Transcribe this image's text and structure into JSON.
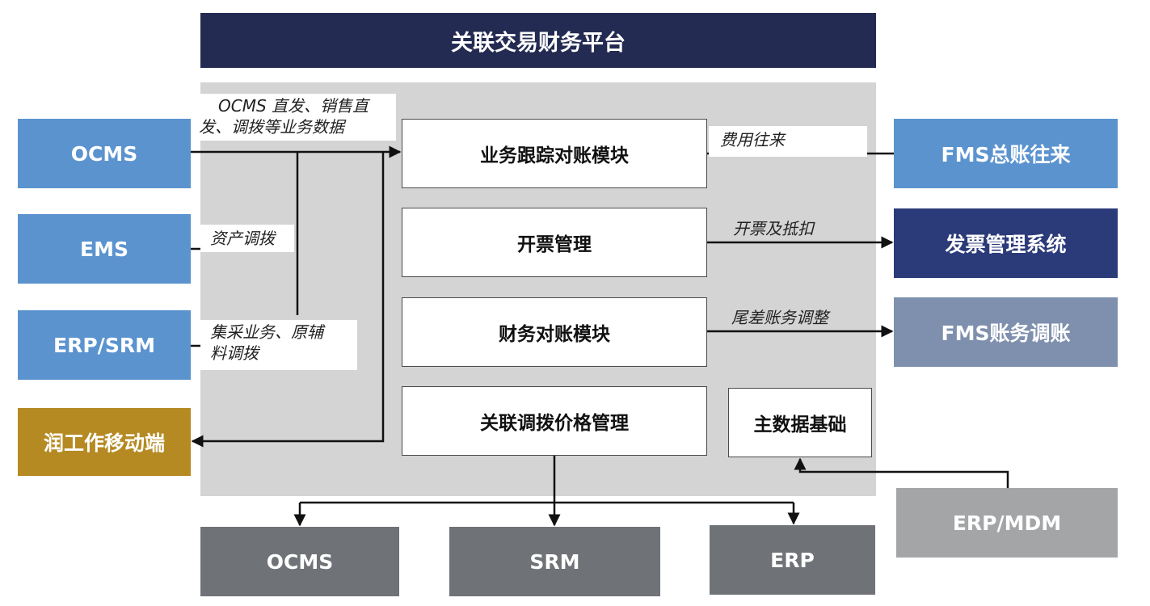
{
  "title": "关联交易财务平台",
  "left_systems": {
    "ocms": "OCMS",
    "ems": "EMS",
    "erp_srm": "ERP/SRM",
    "mobile": "润工作移动端"
  },
  "modules": {
    "tracking": "业务跟踪对账模块",
    "invoicing": "开票管理",
    "finance_recon": "财务对账模块",
    "pricing": "关联调拨价格管理",
    "master_data": "主数据基础"
  },
  "right_systems": {
    "fms_ledger": "FMS总账往来",
    "invoice_system": "发票管理系统",
    "fms_adjust": "FMS账务调账",
    "erp_mdm": "ERP/MDM"
  },
  "bottom_systems": {
    "ocms": "OCMS",
    "srm": "SRM",
    "erp": "ERP"
  },
  "edge_labels": {
    "ocms_line1": "OCMS 直发、销售直",
    "ocms_line2": "发、调拨等业务数据",
    "ems": "资产调拨",
    "erp_srm_line1": "集采业务、原辅",
    "erp_srm_line2": "料调拨",
    "fees": "费用往来",
    "invoice_deduct": "开票及抵扣",
    "tail_adjust": "尾差账务调整"
  },
  "colors": {
    "title_bg": "#242b52",
    "left_blue": "#5b93cf",
    "mobile_gold": "#b58a23",
    "invoice_navy": "#2b3a78",
    "fms_adjust_gray_blue": "#7f90ae",
    "bottom_gray": "#6f7277",
    "mdm_gray": "#a4a5a6",
    "panel_gray": "#d3d4d3"
  }
}
